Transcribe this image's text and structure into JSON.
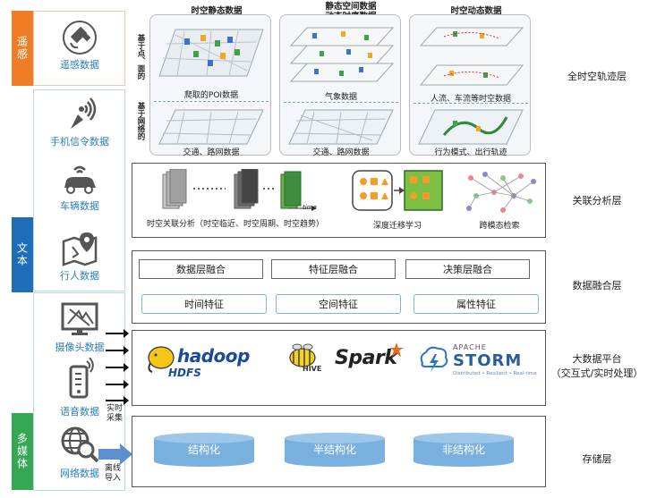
{
  "categories": {
    "remote": "遥感",
    "text": "文本",
    "media": "多媒体"
  },
  "colors": {
    "remote": "#ef7d26",
    "text": "#1d6db8",
    "media": "#35a853"
  },
  "sources": [
    {
      "label": "遥感数据",
      "icon": "satellite-icon"
    },
    {
      "label": "手机信令数据",
      "icon": "signal-antenna-icon"
    },
    {
      "label": "车辆数据",
      "icon": "car-wifi-icon"
    },
    {
      "label": "行人数据",
      "icon": "map-pin-icon"
    },
    {
      "label": "摄像头数据",
      "icon": "camera-screen-icon"
    },
    {
      "label": "语音数据",
      "icon": "phone-signal-icon"
    },
    {
      "label": "网络数据",
      "icon": "globe-search-icon"
    }
  ],
  "arrows": {
    "realtime": "实时采集",
    "offline": "离线导入"
  },
  "trajectory": {
    "col1_title": "时空静态数据",
    "col2_title": "静态空间数据\n动态时序数据",
    "col3_title": "时空动态数据",
    "side_top": "基于点、面的",
    "side_bottom": "基于网络的",
    "cap1_top": "爬取的POI数据",
    "cap1_bottom": "交通、路网数据",
    "cap2_top": "气象数据",
    "cap2_bottom": "交通、路网数据",
    "cap3_top": "人流、车流等时空数据",
    "cap3_bottom": "行为模式、出行轨迹"
  },
  "analysis": {
    "time_label": "time",
    "spatiotemporal": "时空关联分析（时空临近、时空周期、时空趋势）",
    "deep": "深度迁移学习",
    "crossmodal": "跨模态检索"
  },
  "fusion": {
    "data_level": "数据层融合",
    "feature_level": "特征层融合",
    "decision_level": "决策层融合",
    "time_feature": "时间特征",
    "space_feature": "空间特征",
    "attr_feature": "属性特征"
  },
  "bigdata": {
    "hadoop": "hadoop",
    "hdfs": "HDFS",
    "hive": "HIVE",
    "spark": "Spark",
    "apache": "APACHE",
    "storm": "STORM",
    "storm_tag": "Distributed • Resilient • Real-time"
  },
  "storage": {
    "structured": "结构化",
    "semi": "半结构化",
    "unstructured": "非结构化"
  },
  "layers": {
    "trajectory": "全时空轨迹层",
    "analysis": "关联分析层",
    "fusion": "数据融合层",
    "platform": "大数据平台",
    "platform_sub": "（交互式/实时处理）",
    "storage": "存储层"
  }
}
